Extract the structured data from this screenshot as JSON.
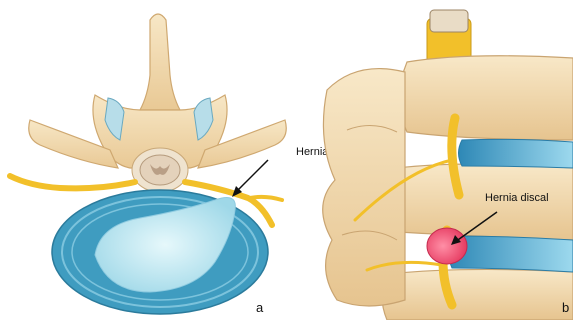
{
  "panel_a": {
    "callout": "Hernia discal",
    "letter": "a"
  },
  "panel_b": {
    "callout": "Hernia discal",
    "letter": "b"
  },
  "colors": {
    "bone": "#f3dcb1",
    "bone_shadow": "#d9b887",
    "nerve": "#f2c02a",
    "disc_outer": "#4aa6c8",
    "disc_inner": "#c9eef6",
    "herniation": "#e8486a"
  }
}
